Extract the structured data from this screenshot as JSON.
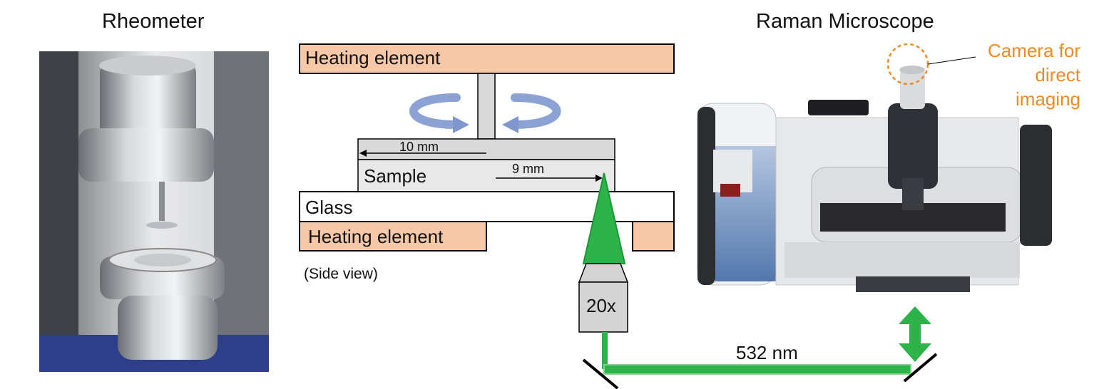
{
  "labels": {
    "rheometer_title": "Rheometer",
    "raman_title": "Raman Microscope",
    "heating_top": "Heating element",
    "heating_bottom": "Heating element",
    "sample": "Sample",
    "glass": "Glass",
    "dim_10": "10 mm",
    "dim_9": "9 mm",
    "side_view": "(Side view)",
    "objective": "20x",
    "wavelength": "532 nm",
    "camera_line1": "Camera for",
    "camera_line2": "direct",
    "camera_line3": "imaging"
  },
  "colors": {
    "heating": "#f7c8a8",
    "laser_green": "#2db34a",
    "arrow_blue": "#7f97cf",
    "camera_orange": "#f08a24",
    "shaft_gray": "#d9d9d9",
    "objective_gray": "#d4d4d4"
  },
  "icons": {
    "rotation_left": "rotate-arrow-icon",
    "rotation_right": "rotate-arrow-icon",
    "vertical_move": "double-arrow-icon"
  }
}
